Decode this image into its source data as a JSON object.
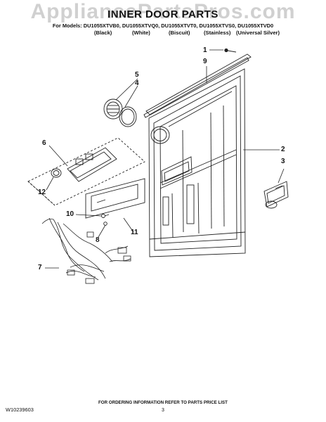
{
  "watermark": "AppliancePartsPros.com",
  "header": {
    "title": "INNER DOOR PARTS",
    "models": "For Models: DU1055XTVB0, DU1055XTVQ0, DU1055XTVT0, DU1055XTVS0, DU1055XTVD0",
    "colors": [
      "(Black)",
      "(White)",
      "(Biscuit)",
      "(Stainless)",
      "(Universal Silver)"
    ]
  },
  "callouts": [
    "1",
    "9",
    "5",
    "4",
    "6",
    "12",
    "2",
    "3",
    "10",
    "8",
    "11",
    "7"
  ],
  "footer": {
    "doc_id": "W10239603",
    "info": "FOR ORDERING INFORMATION REFER TO PARTS PRICE LIST",
    "page": "3"
  }
}
